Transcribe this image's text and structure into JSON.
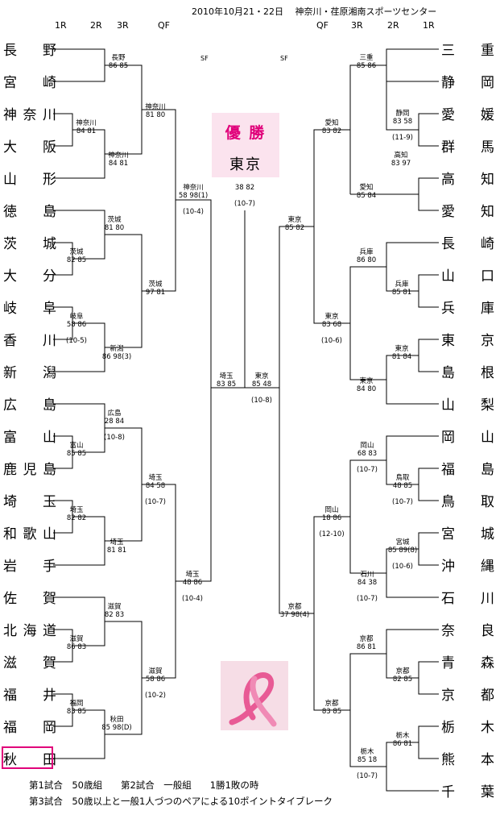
{
  "header": {
    "date_venue": "2010年10月21・22日　 神奈川・荏原湘南スポーツセンター",
    "left_rounds": [
      "1R",
      "2R",
      "3R",
      "QF"
    ],
    "right_rounds": [
      "QF",
      "3R",
      "2R",
      "1R"
    ],
    "sf_left": "SF",
    "sf_right": "SF"
  },
  "champion": {
    "label": "優 勝",
    "team": "東京"
  },
  "left_teams": [
    "長野",
    "宮崎",
    "神奈川",
    "大阪",
    "山形",
    "徳島",
    "茨城",
    "大分",
    "岐阜",
    "香川",
    "新潟",
    "広島",
    "富山",
    "鹿児島",
    "埼玉",
    "和歌山",
    "岩手",
    "佐賀",
    "北海道",
    "滋賀",
    "福井",
    "福岡",
    "秋田"
  ],
  "right_teams": [
    "三重",
    "静岡",
    "愛媛",
    "群馬",
    "高知",
    "愛知",
    "長崎",
    "山口",
    "兵庫",
    "東京",
    "島根",
    "山梨",
    "岡山",
    "福島",
    "鳥取",
    "宮城",
    "沖縄",
    "石川",
    "奈良",
    "青森",
    "京都",
    "栃木",
    "熊本",
    "千葉"
  ],
  "results": [
    {
      "winner": "長野",
      "score": "86 85"
    },
    {
      "winner": "神奈川",
      "score": "84 81"
    },
    {
      "winner": "神奈川",
      "score": "84 81"
    },
    {
      "winner": "神奈川",
      "score": "81 80"
    },
    {
      "winner": "茨城",
      "score": "81 80"
    },
    {
      "winner": "茨城",
      "score": "82 85"
    },
    {
      "winner": "岐阜",
      "score": "58 86",
      "extra": "(10-5)"
    },
    {
      "winner": "新潟",
      "score": "86 98(3)"
    },
    {
      "winner": "茨城",
      "score": "97 81"
    },
    {
      "winner": "神奈川",
      "score": "58 98(1)",
      "extra": "(10-4)"
    },
    {
      "winner": "広島",
      "score": "28 84",
      "extra": "(10-8)"
    },
    {
      "winner": "富山",
      "score": "85 85"
    },
    {
      "winner": "埼玉",
      "score": "82 82"
    },
    {
      "winner": "埼玉",
      "score": "81 81"
    },
    {
      "winner": "埼玉",
      "score": "84 58",
      "extra": "(10-7)"
    },
    {
      "winner": "滋賀",
      "score": "82 83"
    },
    {
      "winner": "滋賀",
      "score": "86 83"
    },
    {
      "winner": "福岡",
      "score": "83 85"
    },
    {
      "winner": "秋田",
      "score": "85 98(D)"
    },
    {
      "winner": "滋賀",
      "score": "58 86",
      "extra": "(10-2)"
    },
    {
      "winner": "埼玉",
      "score": "48 86",
      "extra": "(10-4)"
    },
    {
      "winner": "埼玉",
      "score": "83 85"
    },
    {
      "winner": "",
      "score": "38 82",
      "extra": "(10-7)"
    },
    {
      "winner": "東京",
      "score": "85 48",
      "extra": "(10-8)"
    },
    {
      "winner": "三重",
      "score": "85 86"
    },
    {
      "winner": "静岡",
      "score": "83 58",
      "extra": "(11-9)"
    },
    {
      "winner": "高知",
      "score": "83 97"
    },
    {
      "winner": "愛知",
      "score": "85 84"
    },
    {
      "winner": "愛知",
      "score": "83 82"
    },
    {
      "winner": "兵庫",
      "score": "86 80"
    },
    {
      "winner": "兵庫",
      "score": "85 81"
    },
    {
      "winner": "東京",
      "score": "81 84"
    },
    {
      "winner": "東京",
      "score": "84 80"
    },
    {
      "winner": "東京",
      "score": "83 68",
      "extra": "(10-6)"
    },
    {
      "winner": "東京",
      "score": "85 82"
    },
    {
      "winner": "岡山",
      "score": "68 83",
      "extra": "(10-7)"
    },
    {
      "winner": "鳥取",
      "score": "48 85",
      "extra": "(10-7)"
    },
    {
      "winner": "宮城",
      "score": "85 89(8)",
      "extra": "(10-6)"
    },
    {
      "winner": "石川",
      "score": "84 38",
      "extra": "(10-7)"
    },
    {
      "winner": "岡山",
      "score": "18 86",
      "extra": "(12-10)"
    },
    {
      "winner": "京都",
      "score": "86 81"
    },
    {
      "winner": "京都",
      "score": "82 85"
    },
    {
      "winner": "栃木",
      "score": "86 81"
    },
    {
      "winner": "栃木",
      "score": "85 18",
      "extra": "(10-7)"
    },
    {
      "winner": "京都",
      "score": "83 85"
    },
    {
      "winner": "京都",
      "score": "37 98(4)"
    }
  ],
  "notes": [
    "第1試合　50歳組　　第2試合　一般組　　1勝1敗の時",
    "第3試合　50歳以上と一般1人づつのペアによる10ポイントタイブレーク"
  ],
  "colors": {
    "accent": "#e0007a",
    "champion_bg": "#fbe3ee",
    "line": "#000000"
  }
}
